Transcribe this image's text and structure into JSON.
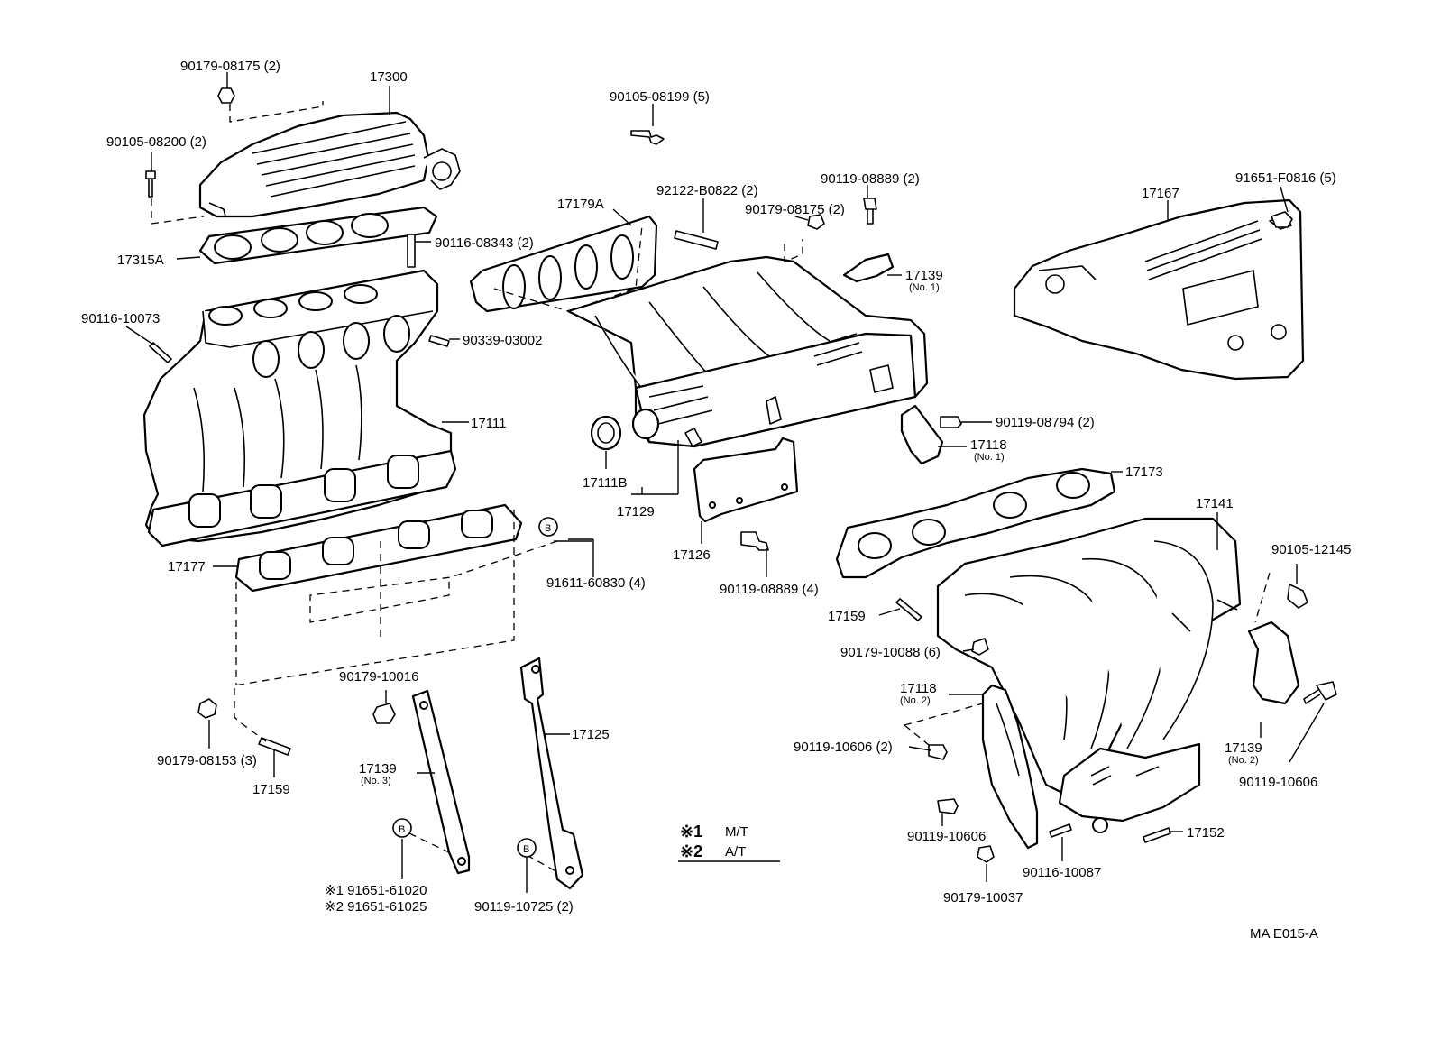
{
  "labels": {
    "p90179_08175_a": "90179-08175 (2)",
    "p17300": "17300",
    "p90105_08200": "90105-08200 (2)",
    "p17315A": "17315A",
    "p90116_08343": "90116-08343 (2)",
    "p90116_10073": "90116-10073",
    "p90339_03002": "90339-03002",
    "p17111": "17111",
    "p17177": "17177",
    "p91611_60830": "91611-60830 (4)",
    "p90105_08199": "90105-08199 (5)",
    "p17179A": "17179A",
    "p92122_B0822": "92122-B0822 (2)",
    "p90179_08175_b": "90179-08175 (2)",
    "p90119_08889_a": "90119-08889 (2)",
    "p17139_no1": "17139",
    "p17139_no1_sub": "(No. 1)",
    "p17111B": "17111B",
    "p17129": "17129",
    "p17126": "17126",
    "p90119_08889_b": "90119-08889 (4)",
    "p17167": "17167",
    "p91651_F0816": "91651-F0816 (5)",
    "p90119_08794": "90119-08794 (2)",
    "p17118_no1": "17118",
    "p17118_no1_sub": "(No. 1)",
    "p17173": "17173",
    "p17141": "17141",
    "p90105_12145": "90105-12145",
    "p17159_a": "17159",
    "p90179_10088": "90179-10088 (6)",
    "p17118_no2": "17118",
    "p17118_no2_sub": "(No. 2)",
    "p90119_10606_a": "90119-10606 (2)",
    "p17139_no2": "17139",
    "p17139_no2_sub": "(No. 2)",
    "p90119_10606_b": "90119-10606",
    "p90119_10606_c": "90119-10606",
    "p17152": "17152",
    "p90116_10087": "90116-10087",
    "p90179_10037": "90179-10037",
    "p90179_10016": "90179-10016",
    "p17125": "17125",
    "p17139_no3": "17139",
    "p17139_no3_sub": "(No. 3)",
    "p90179_08153": "90179-08153 (3)",
    "p17159_b": "17159",
    "p91651_61020": "※1  91651-61020",
    "p91651_61025": "※2  91651-61025",
    "p90119_10725": "90119-10725 (2)",
    "legend1_mark": "※1",
    "legend1_text": "M/T",
    "legend2_mark": "※2",
    "legend2_text": "A/T",
    "b_marker": "B",
    "diagram_code": "MA E015-A"
  }
}
